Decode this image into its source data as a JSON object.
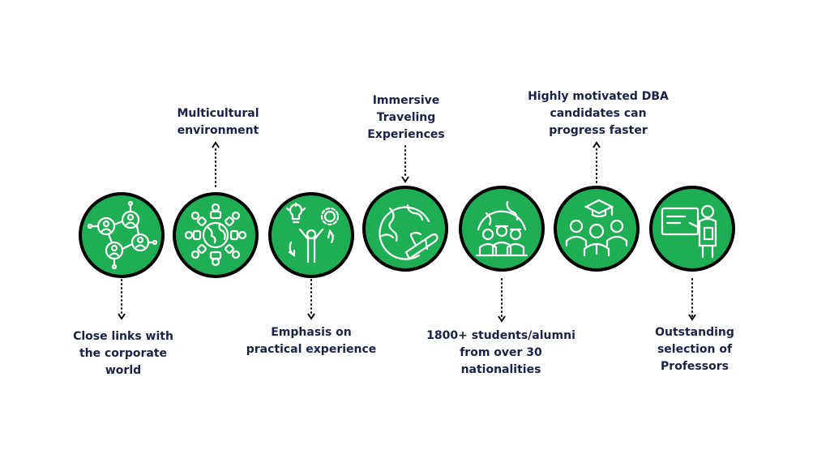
{
  "colors": {
    "circle_fill": "#1fae55",
    "circle_border": "#000000",
    "label_text": "#1a2347",
    "icon_stroke": "#ffffff"
  },
  "steps": [
    {
      "label": "Close links with\nthe corporate\nworld",
      "icon": "network-people-icon"
    },
    {
      "label": "Multicultural\nenvironment",
      "icon": "globe-people-icon"
    },
    {
      "label": "Emphasis on\npractical experience",
      "icon": "person-ideas-icon"
    },
    {
      "label": "Immersive\nTraveling\nExperiences",
      "icon": "globe-airplane-icon"
    },
    {
      "label": "1800+ students/alumni\nfrom over 30\nnationalities",
      "icon": "globe-crowd-icon"
    },
    {
      "label": "Highly motivated DBA\ncandidates can\nprogress faster",
      "icon": "graduates-icon"
    },
    {
      "label": "Outstanding\nselection of\nProfessors",
      "icon": "professor-board-icon"
    }
  ]
}
